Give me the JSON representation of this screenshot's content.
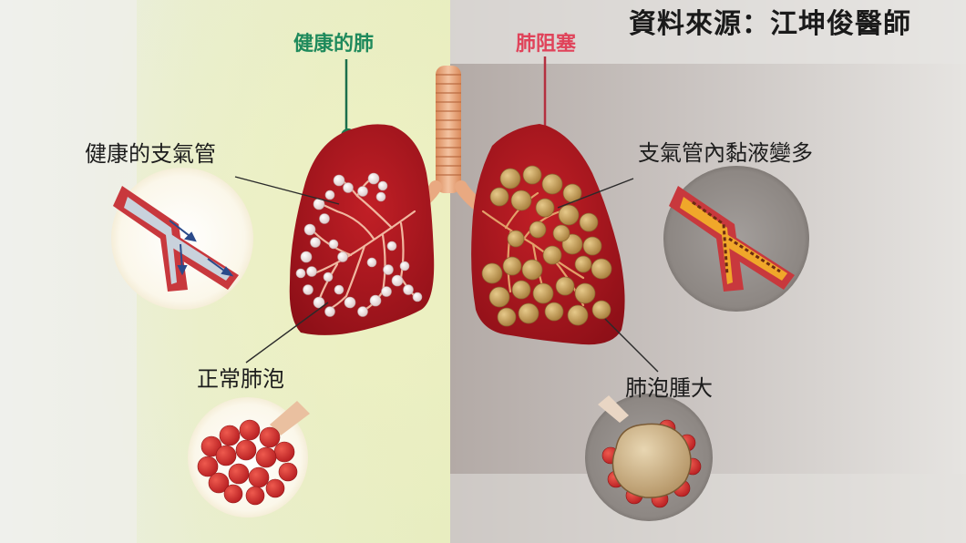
{
  "source_credit": "資料來源：江坤俊醫師",
  "panels": {
    "healthy": {
      "title": "健康的肺",
      "bronchus_label": "健康的支氣管",
      "alveoli_label": "正常肺泡"
    },
    "copd": {
      "title": "肺阻塞",
      "bronchus_label": "支氣管內黏液變多",
      "alveoli_label": "肺泡腫大"
    }
  },
  "colors": {
    "healthy_accent": "#1f8a5c",
    "copd_accent": "#e0435a",
    "lung_red": "#a8141c",
    "healthy_alveoli": "#f3e3e3",
    "copd_alveoli": "#c9a35a"
  }
}
